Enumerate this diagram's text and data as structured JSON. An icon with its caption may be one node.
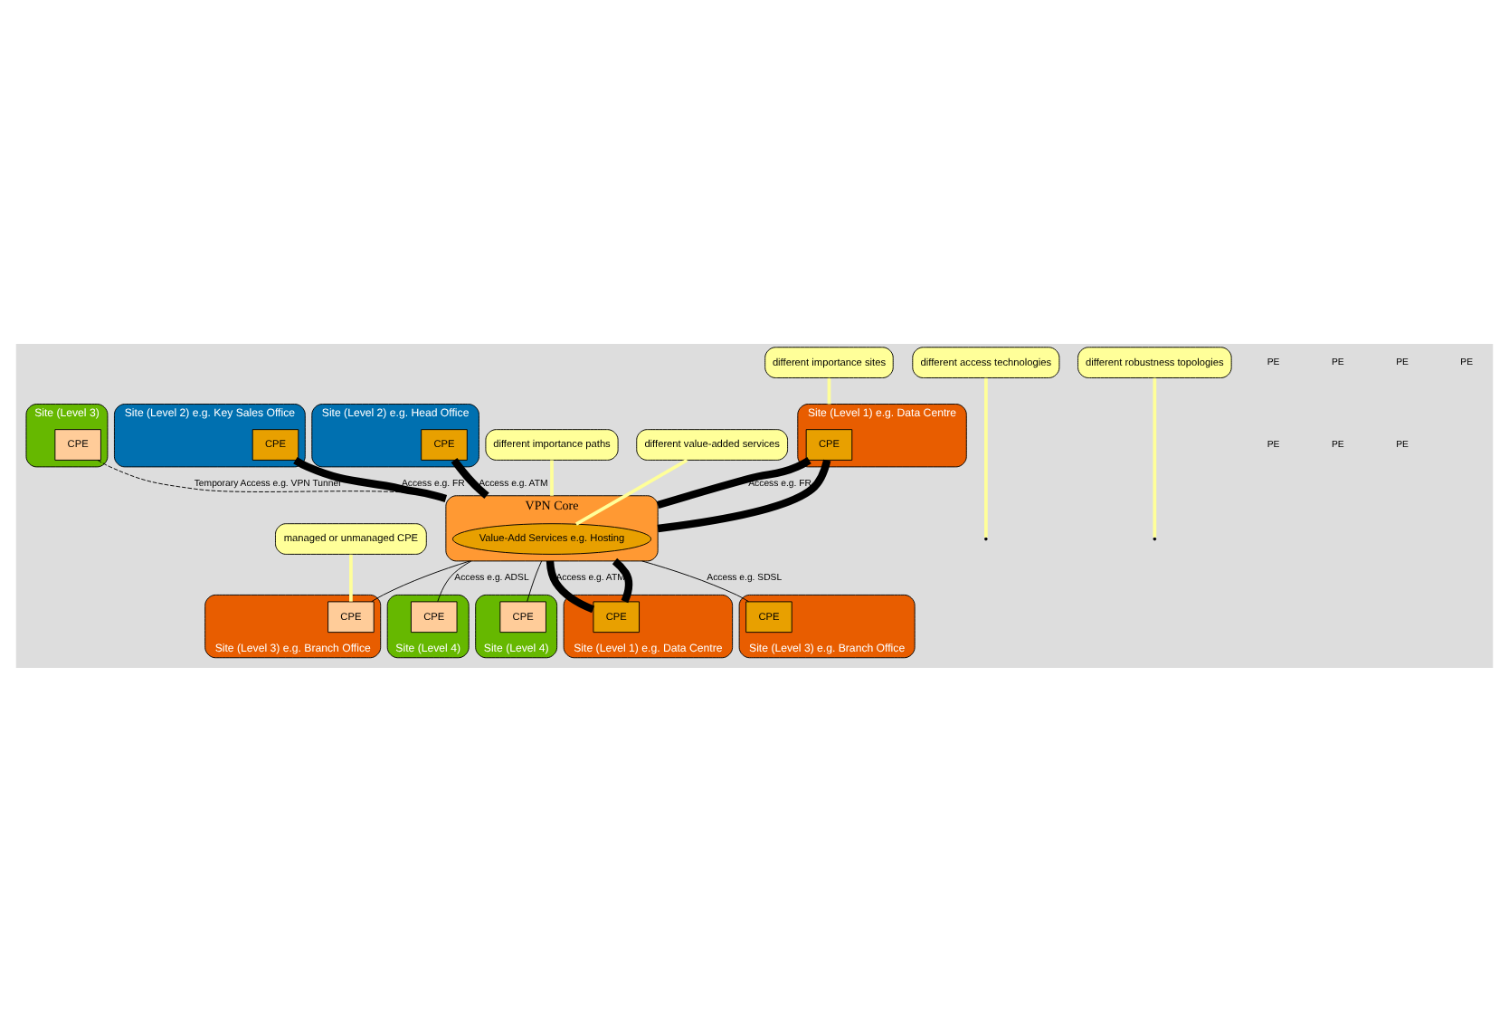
{
  "diagram": {
    "nodes": [
      {
        "text": [
          "Site (Level 1) e.g. Data Centre"
        ]
      },
      {
        "text": [
          "CPE"
        ],
        "in": 0
      },
      {
        "text": [
          "Site (Level 3)"
        ]
      },
      {
        "text": [
          "CPE"
        ],
        "in": 2
      },
      {
        "text": [
          "Site (Level 2) e.g. Key Sales Office"
        ]
      },
      {
        "text": [
          "CPE"
        ],
        "in": 4
      },
      {
        "text": [
          "Site (Level 2) e.g. Head Office"
        ]
      },
      {
        "text": [
          "CPE"
        ],
        "in": 6
      },
      {
        "text": [
          "VPN Core"
        ]
      },
      {
        "text": [
          "Value-Add Services e.g. Hosting"
        ],
        "in": 8
      },
      {
        "text": [
          "Site (Level 4)"
        ]
      },
      {
        "text": [
          "CPE"
        ],
        "in": 10
      },
      {
        "text": [
          "Site (Level 4)"
        ]
      },
      {
        "text": [
          "CPE"
        ],
        "in": 12
      },
      {
        "text": [
          "Site (Level 3) e.g. Branch Office"
        ]
      },
      {
        "text": [
          "CPE"
        ],
        "in": 14
      },
      {
        "text": [
          "Site (Level 1) e.g. Data Centre"
        ]
      },
      {
        "text": [
          "CPE"
        ],
        "in": 16
      },
      {
        "text": [
          "Site (Level 3) e.g. Branch Office"
        ]
      },
      {
        "text": [
          "CPE"
        ],
        "in": 18
      },
      {
        "text": [
          "different access technologies"
        ]
      },
      {
        "text": [
          "different importance sites"
        ]
      },
      {
        "text": [
          "different importance paths"
        ]
      },
      {
        "text": [
          "managed or unmanaged CPE"
        ]
      },
      {
        "text": [
          "different robustness topologies"
        ]
      },
      {
        "text": [
          "different value-added services"
        ]
      }
    ],
    "edges": [
      {
        "from": 1,
        "to": 8,
        "arrow": "none",
        "style": "thick",
        "label": "Access e.g. FR"
      },
      {
        "from": 1,
        "to": 8,
        "arrow": "none",
        "style": "thick"
      },
      {
        "from": 3,
        "to": 8,
        "arrow": "none",
        "style": "dashed",
        "label": "Temporary Access e.g. VPN Tunnel"
      },
      {
        "from": 5,
        "to": 8,
        "arrow": "none",
        "style": "thick",
        "label": "Access e.g. FR"
      },
      {
        "from": 7,
        "to": 8,
        "arrow": "none",
        "style": "thick",
        "label": "Access e.g. ATM"
      },
      {
        "from": 11,
        "to": 8,
        "arrow": "none",
        "label": "Access e.g. ADSL"
      },
      {
        "from": 13,
        "to": 8,
        "arrow": "none"
      },
      {
        "from": 15,
        "to": 8,
        "arrow": "none"
      },
      {
        "from": 19,
        "to": 8,
        "arrow": "none",
        "label": "Access e.g. SDSL"
      },
      {
        "from": 17,
        "to": 8,
        "arrow": "none",
        "style": "thick",
        "label": "Access e.g. ATM"
      },
      {
        "from": 17,
        "to": 8,
        "arrow": "none",
        "style": "thick"
      },
      {
        "from": 20,
        "to": null,
        "arrow": "none",
        "color": "#ffff99"
      },
      {
        "from": 21,
        "to": 0,
        "arrow": "none",
        "color": "#ffff99"
      },
      {
        "from": 22,
        "to": 8,
        "arrow": "none",
        "color": "#ffff99"
      },
      {
        "from": 23,
        "to": 15,
        "arrow": "none",
        "color": "#ffff99"
      },
      {
        "from": 24,
        "to": null,
        "arrow": "none",
        "color": "#ffff99"
      },
      {
        "from": 25,
        "to": 9,
        "arrow": "none",
        "color": "#ffff99"
      }
    ],
    "labels": [
      "PE",
      "PE",
      "PE",
      "PE",
      "PE",
      "PE",
      "PE"
    ]
  }
}
